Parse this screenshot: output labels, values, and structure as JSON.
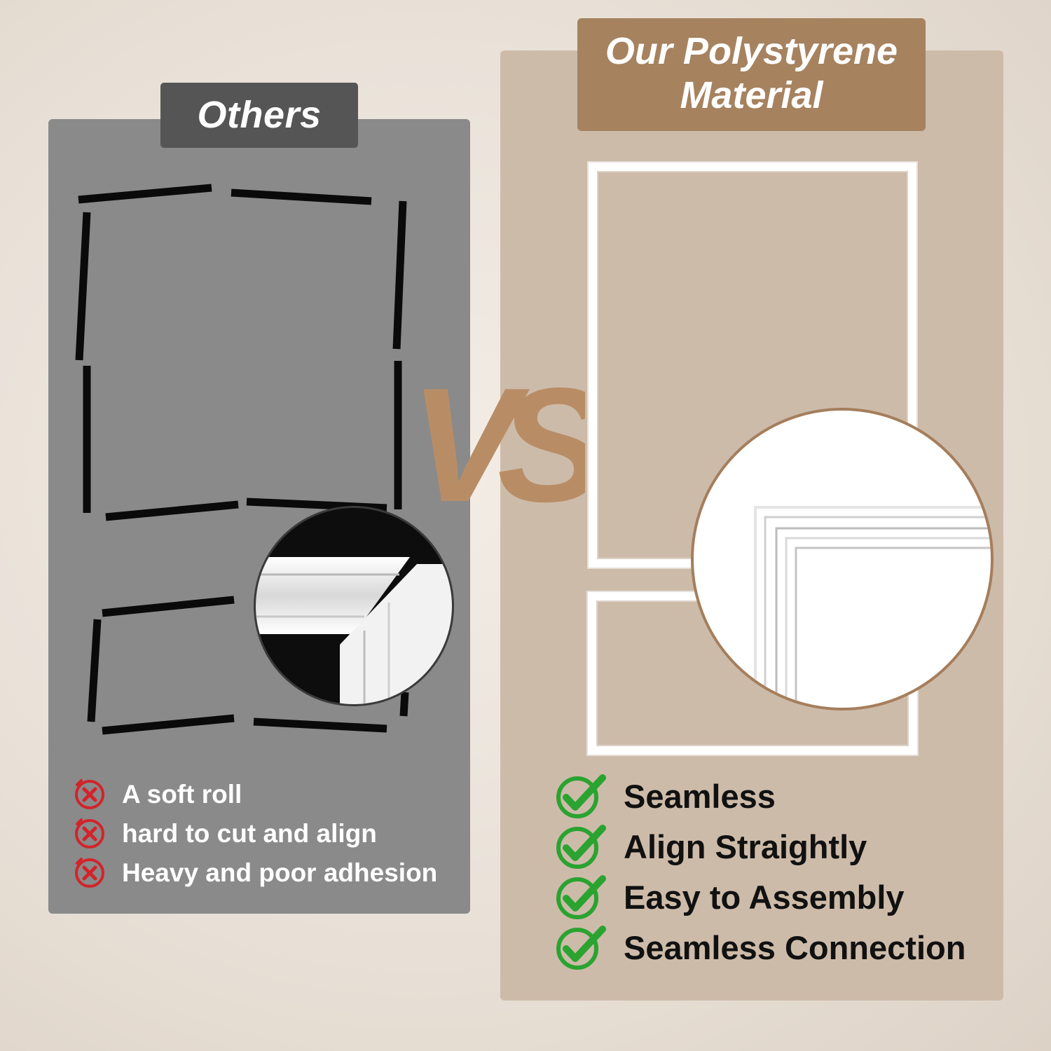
{
  "comparison": {
    "left": {
      "label": "Others",
      "cons": [
        {
          "icon": "x-circle-icon",
          "text": "A soft roll"
        },
        {
          "icon": "x-circle-icon",
          "text": "hard to cut and align"
        },
        {
          "icon": "x-circle-icon",
          "text": "Heavy and poor adhesion"
        }
      ]
    },
    "center": {
      "vs_text": "VS"
    },
    "right": {
      "label_line1": "Our Polystyrene",
      "label_line2": "Material",
      "pros": [
        {
          "icon": "check-circle-icon",
          "text": "Seamless"
        },
        {
          "icon": "check-circle-icon",
          "text": "Align Straightly"
        },
        {
          "icon": "check-circle-icon",
          "text": "Easy to Assembly"
        },
        {
          "icon": "check-circle-icon",
          "text": "Seamless Connection"
        }
      ]
    }
  },
  "colors": {
    "left_panel": "#8a8a8a",
    "left_label": "#555555",
    "right_panel": "#cdbba9",
    "right_label": "#a6825f",
    "vs": "#b88d66",
    "x_icon": "#d3232b",
    "check_icon": "#2aa330"
  }
}
